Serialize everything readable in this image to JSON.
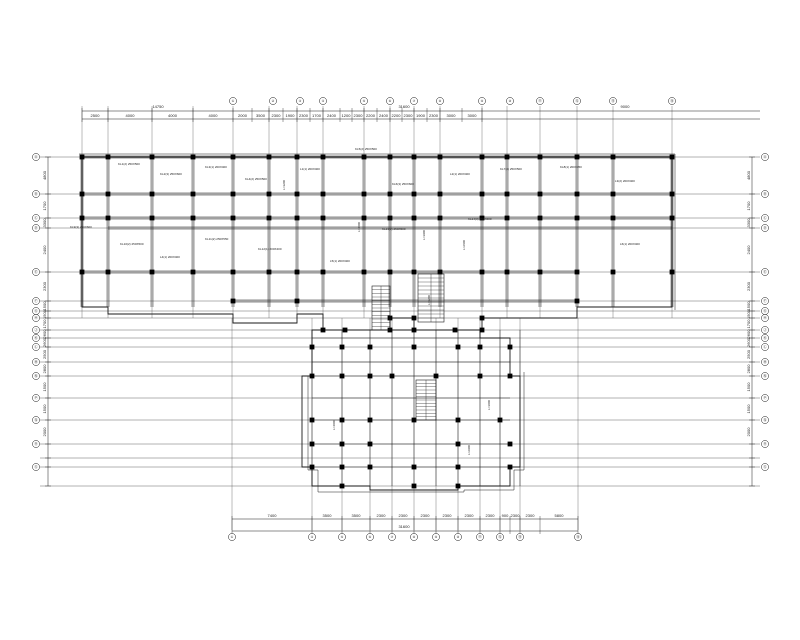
{
  "drawing": {
    "colors": {
      "line": "#1a1a1a",
      "grid": "#555555",
      "background": "#ffffff",
      "column": "#000000"
    },
    "top_overall_dims": [
      "14750",
      "31600",
      "9000"
    ],
    "top_dims": [
      "2500",
      "4000",
      "4000",
      "4000",
      "2000",
      "3500",
      "2300",
      "1900",
      "2300",
      "1700",
      "2400",
      "1200",
      "2300",
      "2200",
      "2400",
      "2200",
      "2300",
      "1900",
      "2300",
      "3000",
      "3000"
    ],
    "bottom_overall_dims": [
      "31600"
    ],
    "bottom_dims": [
      "7400",
      "3500",
      "3500",
      "2300",
      "2300",
      "2300",
      "2300",
      "2300",
      "2300",
      "900",
      "2300",
      "2300",
      "5800"
    ],
    "left_dims": [
      "4800",
      "1700",
      "3300",
      "2400",
      "2300",
      "1500",
      "1500",
      "1700",
      "2600",
      "2600",
      "2500",
      "2800",
      "1500",
      "1500",
      "2000"
    ],
    "right_dims": [
      "4800",
      "1700",
      "3300",
      "2400",
      "2300",
      "1500",
      "1500",
      "1700",
      "2600",
      "2600",
      "2500",
      "2800",
      "1500",
      "1500",
      "2000"
    ],
    "top_axes": [
      "①",
      "②",
      "③",
      "④",
      "⑤",
      "⑥",
      "⑦",
      "⑧",
      "⑨",
      "⑩",
      "⑪",
      "⑫",
      "⑬",
      "⑭"
    ],
    "bottom_axes": [
      "①",
      "④",
      "⑤",
      "⑥",
      "⑦",
      "⑧",
      "⑨",
      "⑩",
      "⑪",
      "⑫",
      "⑬",
      "⑭"
    ],
    "left_axes": [
      "Ⓐ",
      "Ⓑ",
      "Ⓒ",
      "Ⓓ",
      "Ⓔ",
      "Ⓕ",
      "Ⓖ",
      "Ⓗ",
      "Ⓙ",
      "Ⓚ",
      "Ⓛ",
      "Ⓜ",
      "Ⓝ",
      "Ⓟ",
      "Ⓠ",
      "Ⓡ",
      "Ⓢ"
    ],
    "right_axes": [
      "Ⓐ",
      "Ⓑ",
      "Ⓒ",
      "Ⓓ",
      "Ⓔ",
      "Ⓕ",
      "Ⓖ",
      "Ⓗ",
      "Ⓙ",
      "Ⓚ",
      "Ⓛ",
      "Ⓜ",
      "Ⓝ",
      "Ⓟ",
      "Ⓠ",
      "Ⓡ",
      "Ⓢ"
    ],
    "beam_labels": [
      "KL1(2) 250X500",
      "KL2(3) 250X600",
      "KL3(1) 200X400",
      "KL4(2) 250X500",
      "L1(1) 200X400",
      "KL5(2) 250X500",
      "KL6(3) 250X600",
      "L2(1) 200X400",
      "KL7(2) 250X500",
      "KL8(1) 200X450",
      "L3(2) 200X400",
      "KL9(3) 250X600",
      "KL10(2) 250X500",
      "L4(1) 200X400",
      "KL11(2) 250X550",
      "KL12(1) 200X400",
      "L5(1) 200X400",
      "KL13(2) 250X500",
      "KL14(3) 250X600",
      "L6(1) 200X400"
    ],
    "slab_labels": [
      "L=3200",
      "L=4000",
      "L=3900",
      "L=2600",
      "L=3200",
      "L=2900",
      "L=4000",
      "L=3000"
    ]
  }
}
